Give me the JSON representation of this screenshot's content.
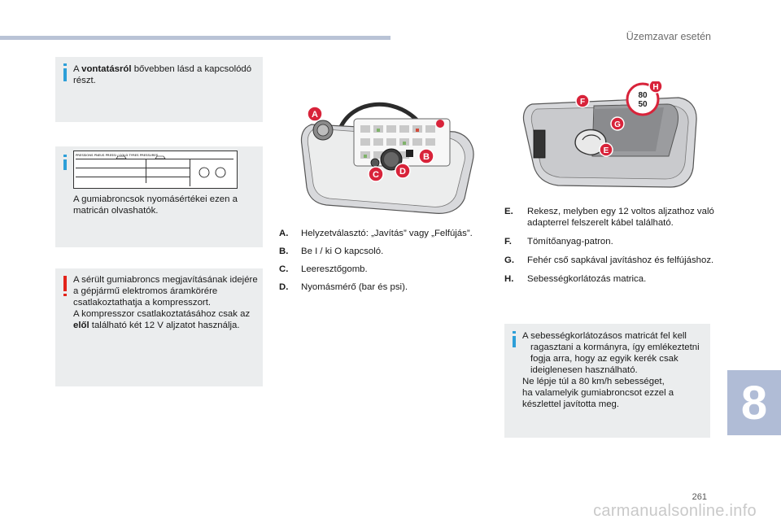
{
  "header": {
    "section_title": "Üzemzavar esetén"
  },
  "chapter_number": "8",
  "page_number": "261",
  "watermark": "carmanualsonline.info",
  "notes": {
    "steering": {
      "prefix": "A ",
      "bold": "vontatásról",
      "rest": " bővebben lásd a kapcsolódó részt."
    },
    "pressure_label": {
      "text": "A gumiabroncsok nyomásértékei ezen a matricán olvashatók.",
      "label_header": "PRESSIONS PNEUS PRESSI / COLD TYRES PRESSURES"
    },
    "warning": {
      "line1": "A sérült gumiabroncs megjavításának idejére a gépjármű elektromos áramkörére csatlakoztathatja a kompresszort.",
      "line2_prefix": "A kompresszor csatlakoztatásához csak az ",
      "line2_bold": "elől",
      "line2_rest": " található két 12 V aljzatot használja."
    },
    "speed_sticker": {
      "line1": "A sebességkorlátozásos matricát fel kell ragasztani a kormányra, így emlékeztetni fogja arra, hogy az egyik kerék csak ideiglenesen használható.",
      "line2": "Ne lépje túl a 80 km/h sebességet,",
      "line3": "ha valamelyik gumiabroncsot ezzel a készlettel javította meg."
    }
  },
  "illustration_left": {
    "callouts": [
      "A",
      "B",
      "C",
      "D"
    ]
  },
  "illustration_right": {
    "callouts": [
      "E",
      "F",
      "G",
      "H"
    ],
    "sticker_values": [
      "80",
      "50"
    ]
  },
  "legend_left": [
    {
      "key": "A.",
      "text": "Helyzetválasztó: „Javítás” vagy „Felfújás”."
    },
    {
      "key": "B.",
      "text": "Be I / ki O kapcsoló."
    },
    {
      "key": "C.",
      "text": "Leeresztőgomb."
    },
    {
      "key": "D.",
      "text": "Nyomásmérő (bar és psi)."
    }
  ],
  "legend_right": [
    {
      "key": "E.",
      "text": "Rekesz, melyben egy 12 voltos aljzathoz való adapterrel felszerelt kábel található."
    },
    {
      "key": "F.",
      "text": "Tömítőanyag-patron."
    },
    {
      "key": "G.",
      "text": "Fehér cső sapkával javításhoz és felfújáshoz."
    },
    {
      "key": "H.",
      "text": "Sebességkorlátozás matrica."
    }
  ],
  "colors": {
    "accent_blue": "#2d9fd8",
    "warning_red": "#e2231a",
    "callout_red": "#d8233a",
    "note_bg": "#ebedee",
    "tab_bg": "#b0bcd6"
  }
}
